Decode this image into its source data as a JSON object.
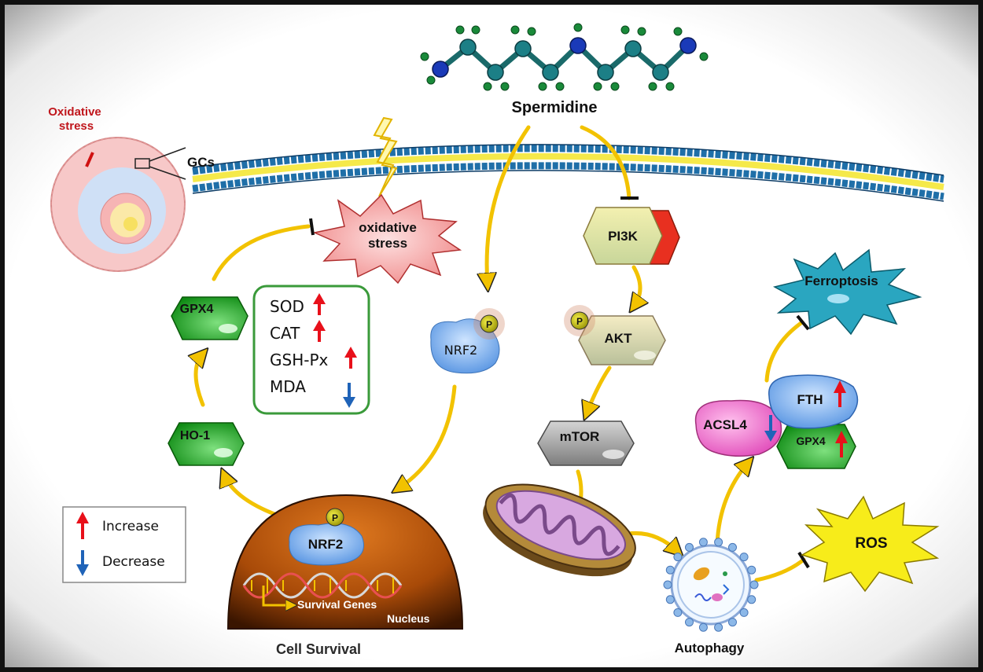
{
  "molecule_label": "Spermidine",
  "follicle": {
    "stress_label_line1": "Oxidative",
    "stress_label_line2": "stress",
    "gcs_label": "GCs"
  },
  "oxidative_stress": {
    "line1": "oxidative",
    "line2": "stress"
  },
  "proteins": {
    "gpx4_left": "GPX4",
    "ho1": "HO-1",
    "nrf2_cyto": "NRF2",
    "nrf2_nucleus": "NRF2",
    "pi3k": "PI3K",
    "akt": "AKT",
    "mtor": "mTOR",
    "acsl4": "ACSL4",
    "fth": "FTH",
    "gpx4_right": "GPX4",
    "phospho": "P"
  },
  "markers": [
    {
      "name": "SOD",
      "direction": "up"
    },
    {
      "name": "CAT",
      "direction": "up"
    },
    {
      "name": "GSH-Px",
      "direction": "up"
    },
    {
      "name": "MDA",
      "direction": "down"
    }
  ],
  "ferroptosis_label": "Ferroptosis",
  "ros_label": "ROS",
  "nucleus": {
    "genes_label": "Survival Genes",
    "nucleus_label": "Nucleus"
  },
  "cell_survival_label": "Cell Survival",
  "autophagy_label": "Autophagy",
  "legend": {
    "increase_label": "Increase",
    "decrease_label": "Decrease"
  },
  "colors": {
    "up_arrow": "#e8101a",
    "down_arrow": "#1f63b8",
    "pathway_arrow": "#f2c200",
    "green_protein": "#1fa01f",
    "nrf2_blue": "#6aa8f0",
    "stress_pink": "#f4a3a3",
    "ferroptosis_teal": "#2fa9bf",
    "ros_yellow": "#f7ec1a",
    "nucleus_brown": "#b5550a"
  }
}
